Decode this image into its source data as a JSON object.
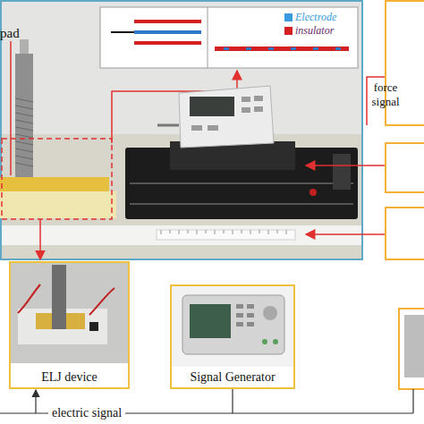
{
  "diagram": {
    "nodes": [
      {
        "text": [
          "ELJ device"
        ]
      },
      {
        "text": [
          "Signal Generator"
        ]
      }
    ],
    "edges": [
      {
        "from": 1,
        "to": 0,
        "arrow": "to",
        "label": "electric signal"
      }
    ],
    "labels": [
      "pad",
      "force signal"
    ],
    "legend": [
      {
        "text": "Electrode",
        "color": "#3a9bdc"
      },
      {
        "text": "insulator",
        "color": "#d42020"
      }
    ]
  }
}
